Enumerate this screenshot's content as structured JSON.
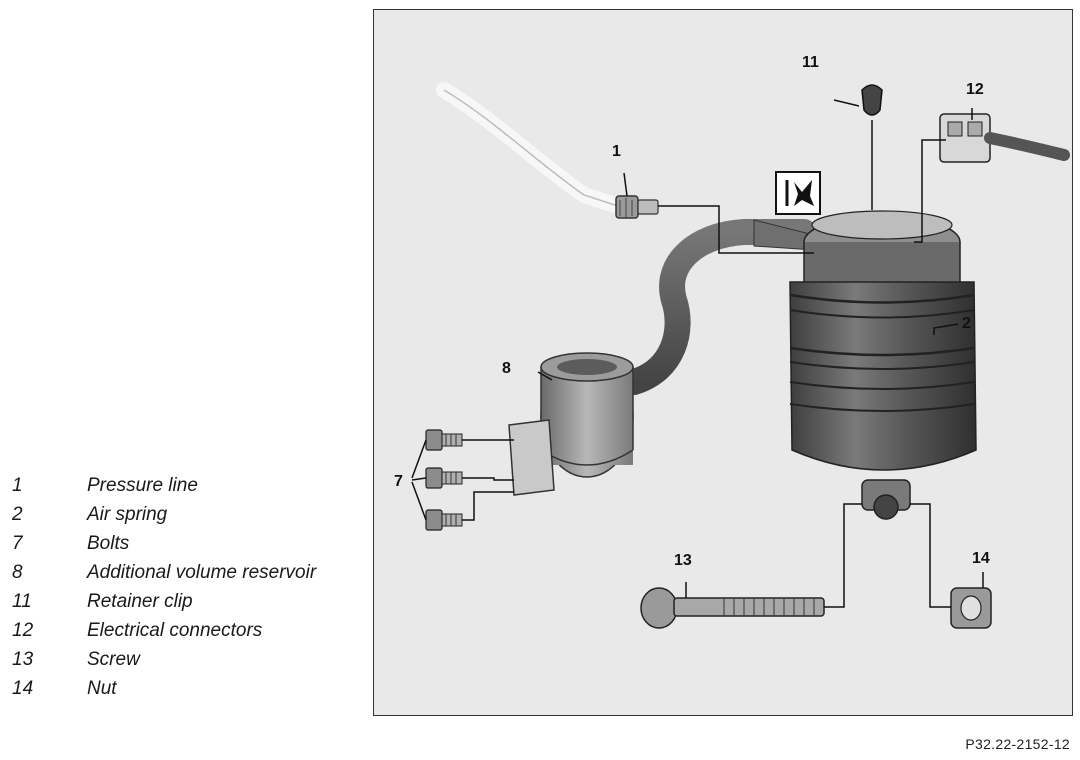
{
  "legend": [
    {
      "number": "1",
      "text": "Pressure line"
    },
    {
      "number": "2",
      "text": "Air spring"
    },
    {
      "number": "7",
      "text": "Bolts"
    },
    {
      "number": "8",
      "text": "Additional volume reservoir"
    },
    {
      "number": "11",
      "text": "Retainer clip"
    },
    {
      "number": "12",
      "text": "Electrical connectors"
    },
    {
      "number": "13",
      "text": "Screw"
    },
    {
      "number": "14",
      "text": " Nut"
    }
  ],
  "callouts": {
    "c1": "1",
    "c2": "2",
    "c7": "7",
    "c8": "8",
    "c11": "11",
    "c12": "12",
    "c13": "13",
    "c14": "14"
  },
  "figure_code": "P32.22-2152-12",
  "colors": {
    "figure_background": "#e9e9e9",
    "part_gray": "#8a8a8a",
    "part_dark": "#4a4a4a",
    "line": "#222222"
  }
}
